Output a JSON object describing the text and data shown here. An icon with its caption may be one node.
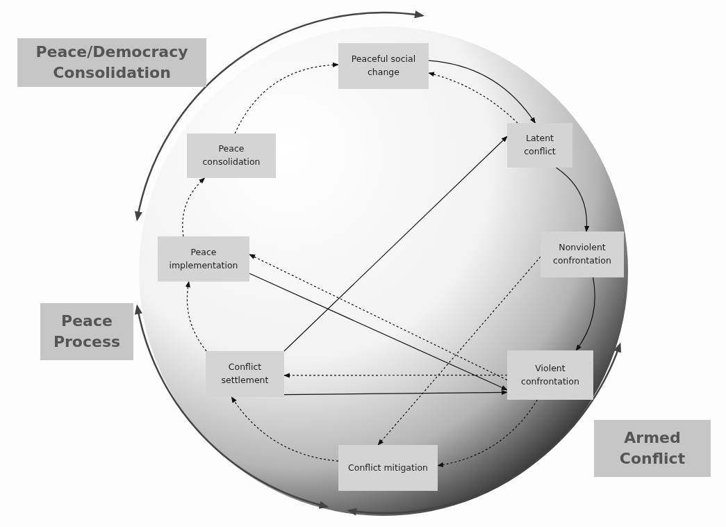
{
  "diagram": {
    "nodes": [
      {
        "text": [
          "Peace/Democracy Consolidation"
        ]
      },
      {
        "text": [
          "Peaceful social change"
        ]
      },
      {
        "text": [
          "Peace consolidation"
        ]
      },
      {
        "text": [
          "Latent conflict"
        ]
      },
      {
        "text": [
          "Peace implementation"
        ]
      },
      {
        "text": [
          "Nonviolent confrontation"
        ]
      },
      {
        "text": [
          "Peace Process"
        ]
      },
      {
        "text": [
          "Conflict settlement"
        ]
      },
      {
        "text": [
          "Violent confrontation"
        ]
      },
      {
        "text": [
          "Armed Conflict"
        ]
      },
      {
        "text": [
          "Conflict mitigation"
        ]
      }
    ],
    "edges": [
      {
        "from": 1,
        "to": 3,
        "arrow": "to"
      },
      {
        "from": 3,
        "to": 1,
        "arrow": "to",
        "style": "dashed"
      },
      {
        "from": 3,
        "to": 5,
        "arrow": "to"
      },
      {
        "from": 5,
        "to": 8,
        "arrow": "to"
      },
      {
        "from": 8,
        "to": 10,
        "arrow": "to",
        "style": "dashed"
      },
      {
        "from": 10,
        "to": 7,
        "arrow": "to",
        "style": "dashed"
      },
      {
        "from": 7,
        "to": 4,
        "arrow": "to",
        "style": "dashed"
      },
      {
        "from": 4,
        "to": 2,
        "arrow": "to",
        "style": "dashed"
      },
      {
        "from": 2,
        "to": 1,
        "arrow": "to",
        "style": "dashed"
      },
      {
        "from": 7,
        "to": 3,
        "arrow": "to"
      },
      {
        "from": 4,
        "to": 8,
        "arrow": "to"
      },
      {
        "from": 8,
        "to": 4,
        "arrow": "to",
        "style": "dashed"
      },
      {
        "from": 8,
        "to": 7,
        "arrow": "to",
        "style": "dashed"
      },
      {
        "from": 7,
        "to": 8,
        "arrow": "to"
      },
      {
        "from": 5,
        "to": 10,
        "arrow": "to",
        "style": "dashed"
      }
    ]
  }
}
